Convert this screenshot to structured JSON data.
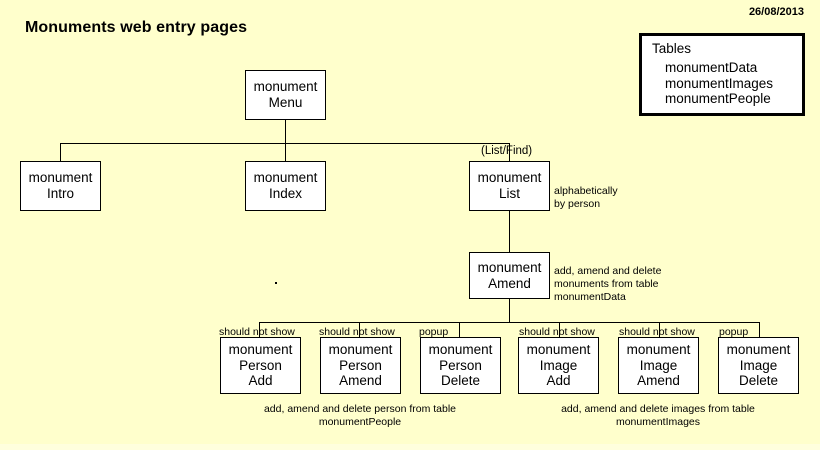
{
  "header": {
    "title": "Monuments web entry pages",
    "date": "26/08/2013"
  },
  "tables_box": {
    "heading": "Tables",
    "items": [
      "monumentData",
      "monumentImages",
      "monumentPeople"
    ]
  },
  "nodes": {
    "menu": {
      "line1": "monument",
      "line2": "Menu"
    },
    "intro": {
      "line1": "monument",
      "line2": "Intro"
    },
    "index": {
      "line1": "monument",
      "line2": "Index"
    },
    "list": {
      "line1": "monument",
      "line2": "List"
    },
    "amend": {
      "line1": "monument",
      "line2": "Amend"
    },
    "person_add": {
      "line1": "monument",
      "line2": "Person",
      "line3": "Add"
    },
    "person_amend": {
      "line1": "monument",
      "line2": "Person",
      "line3": "Amend"
    },
    "person_delete": {
      "line1": "monument",
      "line2": "Person",
      "line3": "Delete"
    },
    "image_add": {
      "line1": "monument",
      "line2": "Image",
      "line3": "Add"
    },
    "image_amend": {
      "line1": "monument",
      "line2": "Image",
      "line3": "Amend"
    },
    "image_delete": {
      "line1": "monument",
      "line2": "Image",
      "line3": "Delete"
    }
  },
  "annotations": {
    "list_find": "(List/Find)",
    "list_note_1": "alphabetically",
    "list_note_2": "by person",
    "amend_note_1": "add, amend and delete",
    "amend_note_2": "monuments from table",
    "amend_note_3": "monumentData",
    "person_add_label": "should not show",
    "person_amend_label": "should not show",
    "person_delete_label": "popup",
    "image_add_label": "should not show",
    "image_amend_label": "should not show",
    "image_delete_label": "popup",
    "person_caption_1": "add, amend and delete person from table",
    "person_caption_2": "monumentPeople",
    "image_caption_1": "add, amend and delete images from table",
    "image_caption_2": "monumentImages"
  },
  "colors": {
    "background": "#ffffcc",
    "node_fill": "#ffffff",
    "stroke": "#000000"
  }
}
